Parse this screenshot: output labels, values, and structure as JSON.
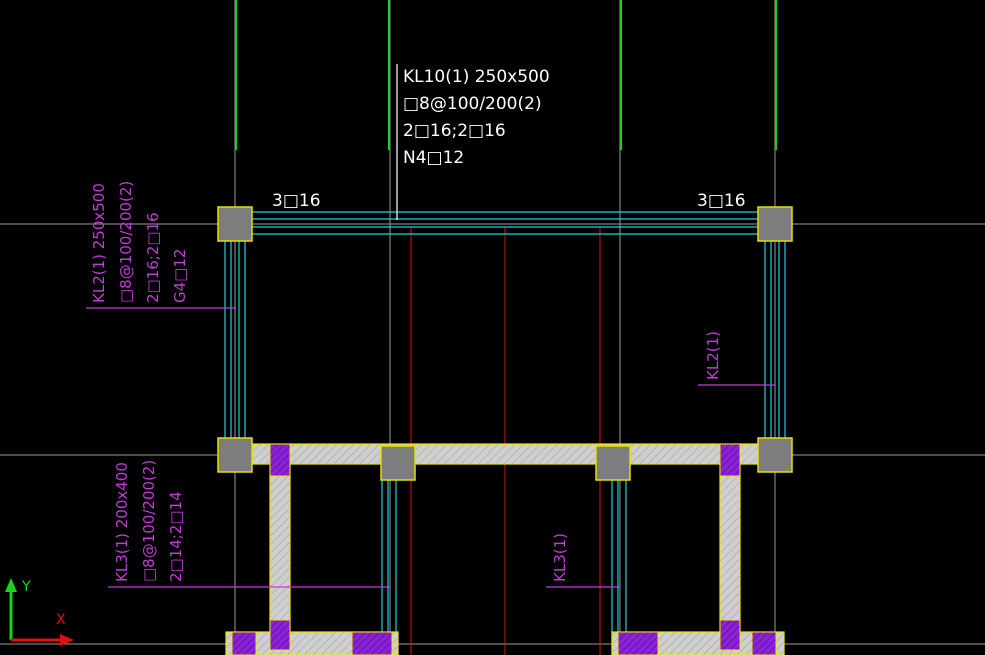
{
  "colors": {
    "background": "#000000",
    "grid_axis": "#9a9a9a",
    "beam_edge": "#19d3e0",
    "column_fill": "#7d7d7d",
    "column_edge": "#e6e000",
    "wall_fill": "#c9c9c9",
    "wall_edge": "#f2e600",
    "hatch": "#7a20c8",
    "annotation_magenta": "#c23cd8",
    "annotation_white": "#ffffff",
    "green_line": "#19d41a",
    "red_line": "#e01010"
  },
  "annotations": {
    "kl10": [
      "KL10(1)  250x500",
      "□8@100/200(2)",
      "2□16;2□16",
      "N4□12"
    ],
    "top_left_rebar": "3□16",
    "top_right_rebar": "3□16",
    "kl2_left": [
      "KL2(1)  250x500",
      "□8@100/200(2)",
      "2□16;2□16",
      "G4□12"
    ],
    "kl2_right": "KL2(1)",
    "kl3_left": [
      "KL3(1)  200x400",
      "□8@100/200(2)",
      "2□14;2□14"
    ],
    "kl3_mid": "KL3(1)"
  },
  "ucs": {
    "y_label": "Y",
    "x_label": "X",
    "icon": "ucs-axis-icon"
  }
}
